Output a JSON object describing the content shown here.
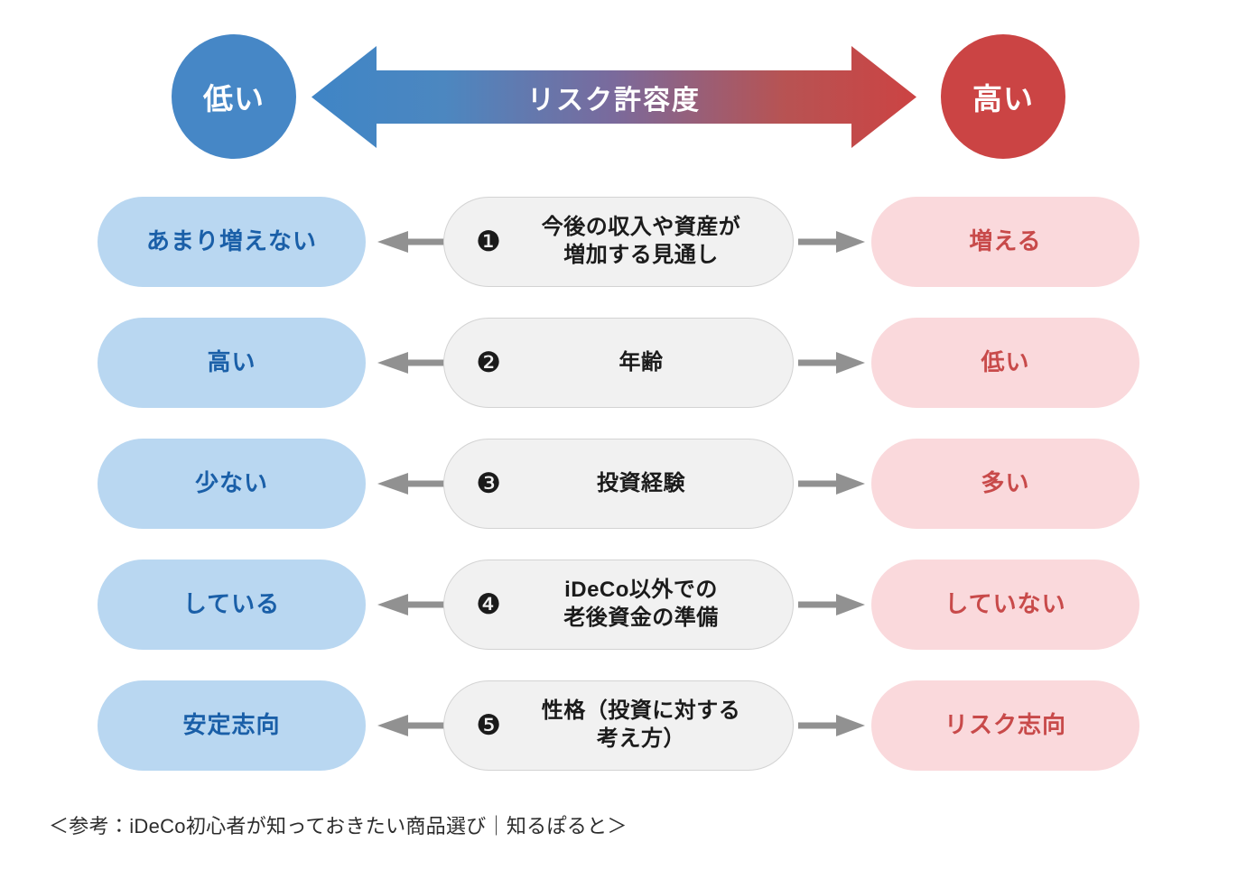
{
  "header": {
    "low_label": "低い",
    "arrow_label": "リスク許容度",
    "high_label": "高い",
    "arrow_gradient_from": "#3f85c6",
    "arrow_gradient_to": "#cc4343",
    "low_circle_color": "#4687c6",
    "high_circle_color": "#cb4444"
  },
  "colors": {
    "left_pill_bg": "#b9d7f1",
    "left_pill_text": "#1a5fa8",
    "right_pill_bg": "#fad9dc",
    "right_pill_text": "#c84a4a",
    "center_card_bg": "#f1f1f1",
    "center_card_border": "#d3d3d3",
    "connector_arrow": "#919191",
    "background": "#ffffff"
  },
  "rows": [
    {
      "number": "❶",
      "factor": "今後の収入や資産が\n増加する見通し",
      "low_side": "あまり増えない",
      "high_side": "増える"
    },
    {
      "number": "❷",
      "factor": "年齢",
      "low_side": "高い",
      "high_side": "低い"
    },
    {
      "number": "❸",
      "factor": "投資経験",
      "low_side": "少ない",
      "high_side": "多い"
    },
    {
      "number": "❹",
      "factor": "iDeCo以外での\n老後資金の準備",
      "low_side": "している",
      "high_side": "していない"
    },
    {
      "number": "❺",
      "factor": "性格（投資に対する\n考え方）",
      "low_side": "安定志向",
      "high_side": "リスク志向"
    }
  ],
  "footer": {
    "note": "＜参考：iDeCo初心者が知っておきたい商品選び｜知るぽると＞"
  }
}
